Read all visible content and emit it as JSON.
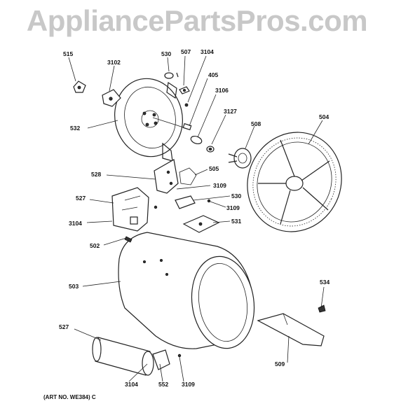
{
  "watermark": "AppliancePartsPros.com",
  "art_number": "(ART NO. WE384) C",
  "callouts": {
    "c515": "515",
    "c3102": "3102",
    "c530a": "530",
    "c507": "507",
    "c3104a": "3104",
    "c405": "405",
    "c3106": "3106",
    "c532": "532",
    "c3127": "3127",
    "c508": "508",
    "c504": "504",
    "c528": "528",
    "c505": "505",
    "c3109a": "3109",
    "c530b": "530",
    "c527a": "527",
    "c3109b": "3109",
    "c531": "531",
    "c3104b": "3104",
    "c502": "502",
    "c503": "503",
    "c534": "534",
    "c527b": "527",
    "c509": "509",
    "c3104c": "3104",
    "c552": "552",
    "c3109c": "3109"
  }
}
